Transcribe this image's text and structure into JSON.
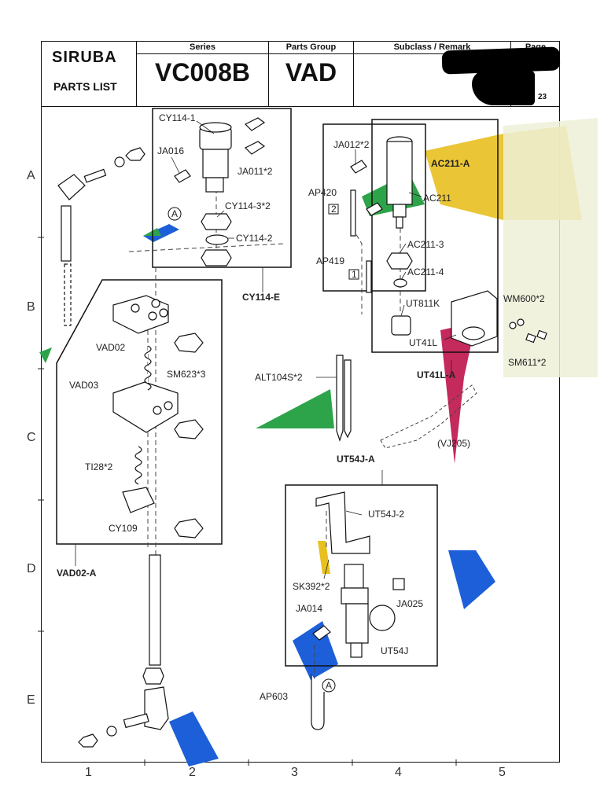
{
  "header": {
    "brand": "SIRUBA",
    "parts_list_label": "PARTS LIST",
    "series_caption": "Series",
    "series_value": "VC008B",
    "parts_group_caption": "Parts Group",
    "parts_group_value": "VAD",
    "subclass_caption": "Subclass / Remark",
    "page_caption": "Page",
    "date_fragment": "23"
  },
  "grid": {
    "rows": [
      "A",
      "B",
      "C",
      "D",
      "E"
    ],
    "cols": [
      "1",
      "2",
      "3",
      "4",
      "5"
    ]
  },
  "labels": {
    "cy114_1": "CY114-1",
    "ja016": "JA016",
    "ja011": "JA011*2",
    "cy114_3": "CY114-3*2",
    "cy114_2": "CY114-2",
    "cy114_e": "CY114-E",
    "ja012": "JA012*2",
    "ac211_a": "AC211-A",
    "ap420": "AP420",
    "ac211": "AC211",
    "ac211_3": "AC211-3",
    "ap419": "AP419",
    "ac211_4": "AC211-4",
    "ut811k": "UT811K",
    "wm600": "WM600*2",
    "ut41l": "UT41L",
    "ut41l_a": "UT41L-A",
    "sm611": "SM611*2",
    "vad02": "VAD02",
    "sm623": "SM623*3",
    "vad03": "VAD03",
    "alt104s": "ALT104S*2",
    "vj205": "(VJ205)",
    "ti28": "TI28*2",
    "ut54j_a": "UT54J-A",
    "cy109": "CY109",
    "ut54j_2": "UT54J-2",
    "vad02_a": "VAD02-A",
    "sk392": "SK392*2",
    "ja014": "JA014",
    "ja025": "JA025",
    "ut54j": "UT54J",
    "ap603": "AP603",
    "circle_a": "A",
    "box_1": "1",
    "box_2": "2"
  }
}
